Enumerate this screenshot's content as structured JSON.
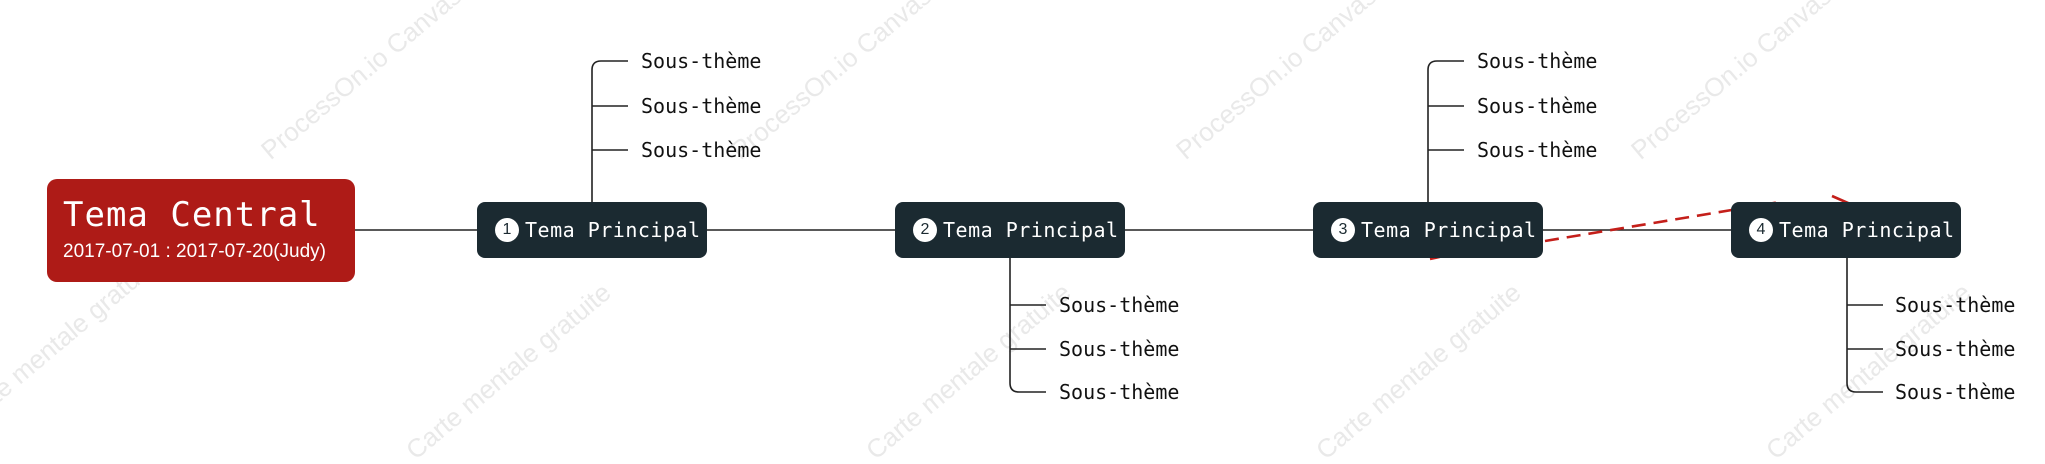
{
  "watermark": {
    "brand": "ProcessOn.io Canvas",
    "tagline": "Carte mentale gratuite"
  },
  "central": {
    "title": "Tema Central",
    "subtitle": "2017-07-01 : 2017-07-20(Judy)"
  },
  "topics": [
    {
      "number": "1",
      "label": "Tema Principal",
      "subtopics": [
        "Sous-thème",
        "Sous-thème",
        "Sous-thème"
      ]
    },
    {
      "number": "2",
      "label": "Tema Principal",
      "subtopics": [
        "Sous-thème",
        "Sous-thème",
        "Sous-thème"
      ]
    },
    {
      "number": "3",
      "label": "Tema Principal",
      "subtopics": [
        "Sous-thème",
        "Sous-thème",
        "Sous-thème"
      ]
    },
    {
      "number": "4",
      "label": "Tema Principal",
      "subtopics": [
        "Sous-thème",
        "Sous-thème",
        "Sous-thème"
      ]
    }
  ],
  "colors": {
    "central_bg": "#ae1b17",
    "topic_bg": "#1b2a31",
    "line": "#222222",
    "dashed_arrow": "#c41f1a"
  }
}
